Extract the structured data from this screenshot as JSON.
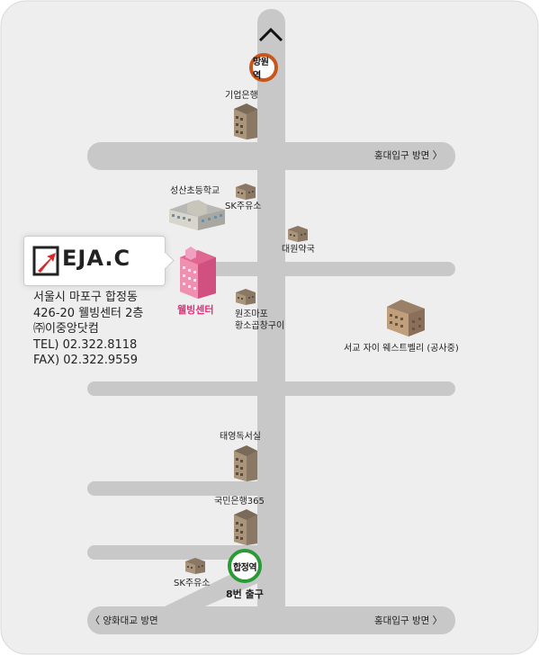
{
  "stations": {
    "top": {
      "name": "망원역",
      "ring_color": "#c8561a"
    },
    "bottom": {
      "name": "합정역",
      "ring_color": "#2a9a36",
      "exit": "8번 출구"
    }
  },
  "directions": {
    "hongdae_1": "홍대입구 방면",
    "hongdae_2": "홍대입구 방면",
    "yanghwa": "양화대교 방면"
  },
  "landmarks": {
    "bank": "기업은행",
    "school": "성산초등학교",
    "sk_top": "SK주유소",
    "pharmacy": "대원약국",
    "interior_line1": "원조마포",
    "interior_line2": "황소곱창구이",
    "xi_apartment": "서교 자이 웨스트벨리 (공사중)",
    "reading_room": "태영독서실",
    "kookmin_bank": "국민은행365",
    "sk_bottom": "SK주유소",
    "welling_center": "웰빙센터"
  },
  "company": {
    "logo_text": "EJA.C",
    "address_1": "서울시 마포구 합정동",
    "address_2": "426-20 웰빙센터 2층",
    "company_name": "㈜이중앙닷컴",
    "tel": "TEL) 02.322.8118",
    "fax": "FAX) 02.322.9559"
  },
  "colors": {
    "road": "#c8c8c8",
    "background_panel": "#eeeeee",
    "accent_pink": "#e0307a",
    "logo_red": "#d42a2a"
  }
}
